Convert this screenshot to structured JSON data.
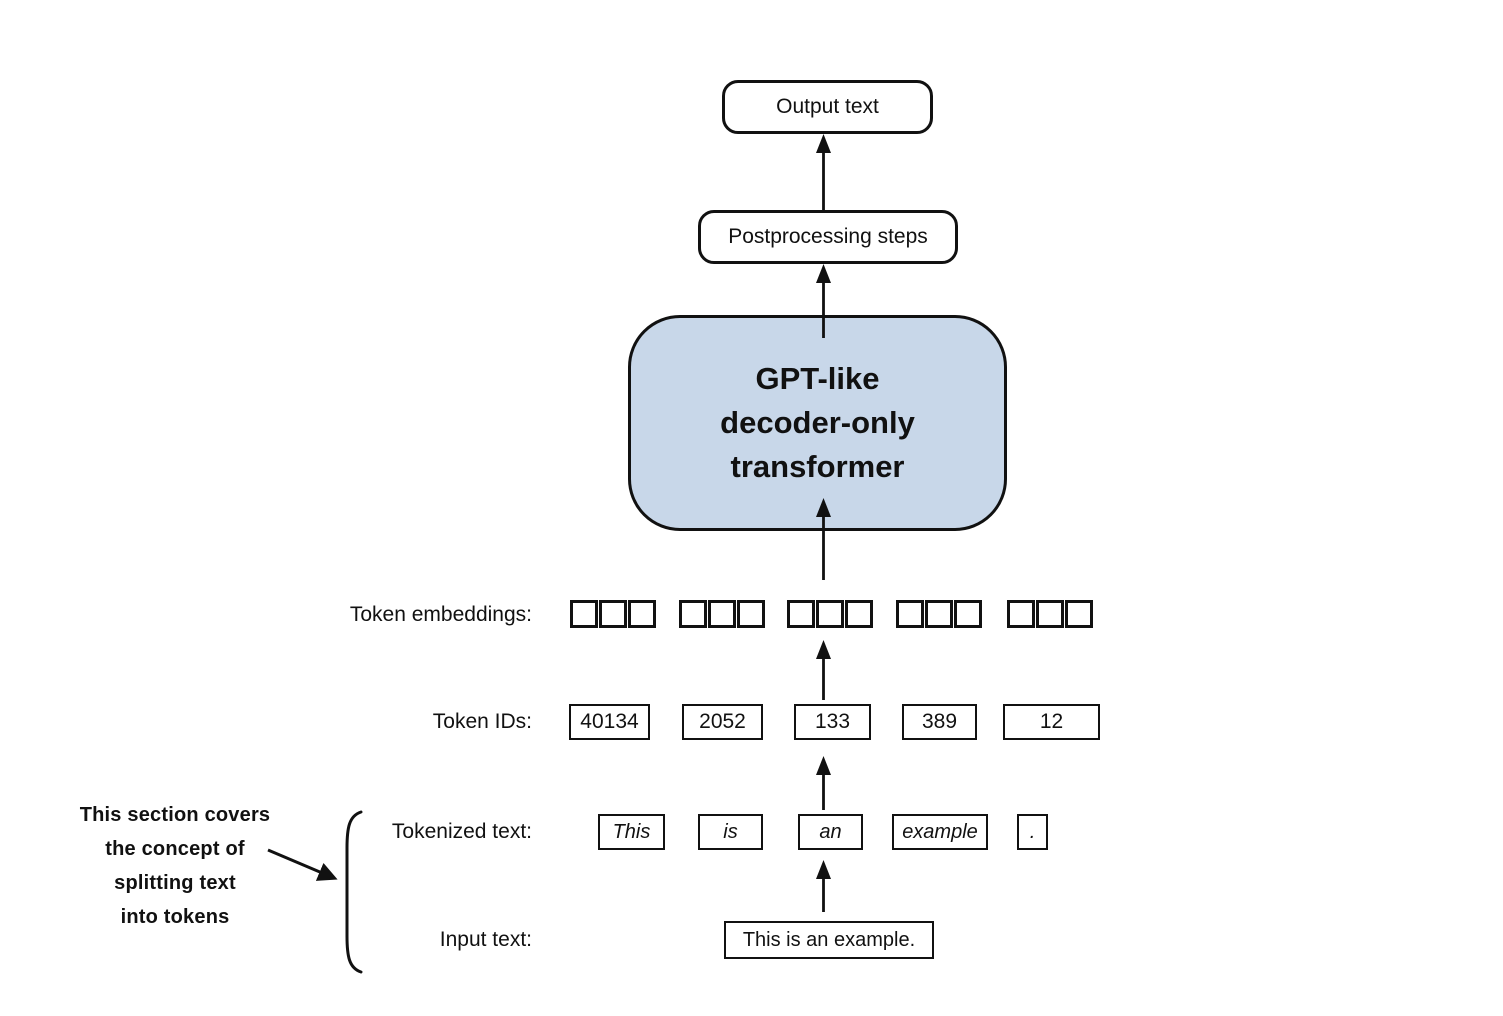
{
  "pipeline": {
    "output_box": "Output text",
    "postprocessing_box": "Postprocessing steps",
    "transformer_lines": [
      "GPT-like",
      "decoder-only",
      "transformer"
    ],
    "labels": {
      "embeddings": "Token embeddings:",
      "token_ids": "Token IDs:",
      "tokenized": "Tokenized text:",
      "input": "Input text:"
    },
    "embeddings": {
      "groups": 5,
      "squares_per_group": 3
    },
    "token_ids": [
      "40134",
      "2052",
      "133",
      "389",
      "12"
    ],
    "tokens": [
      "This",
      "is",
      "an",
      "example",
      "."
    ],
    "input_text": "This is an example.",
    "annotation": [
      "This section covers",
      "the concept of",
      "splitting text",
      "into tokens"
    ],
    "colors": {
      "transformer_fill": "#c8d7e9",
      "stroke": "#111111",
      "background": "#ffffff"
    }
  }
}
